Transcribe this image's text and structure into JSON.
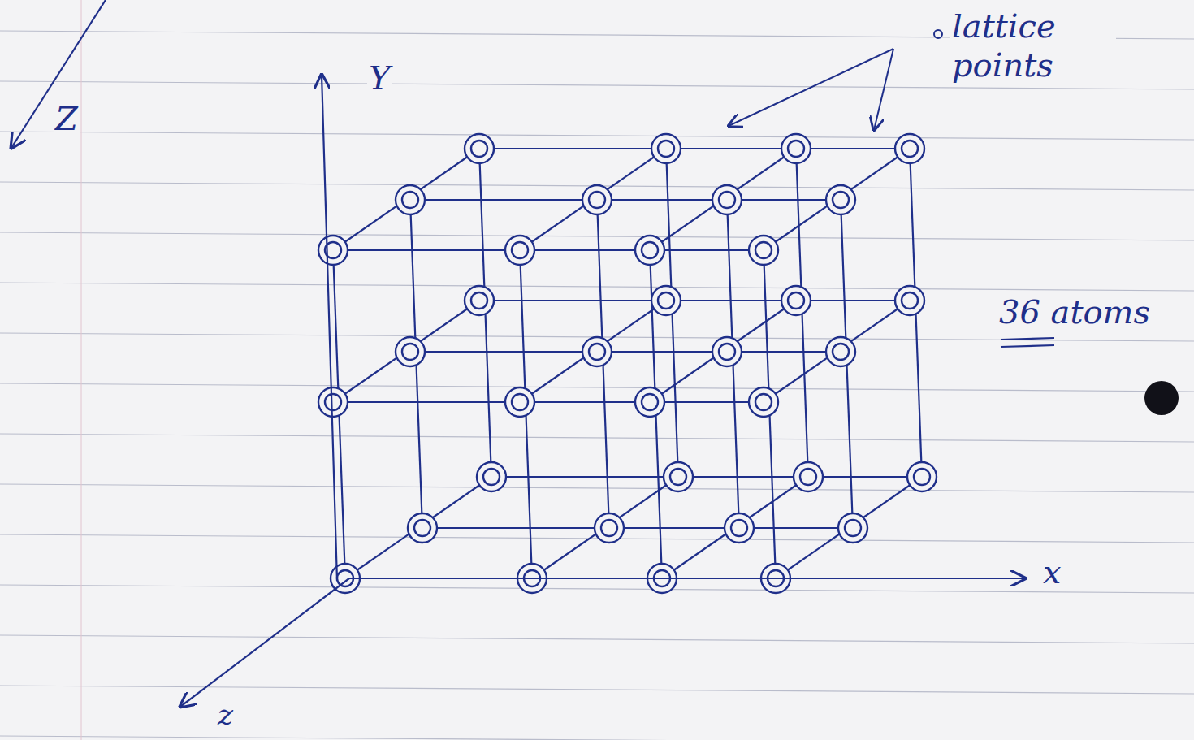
{
  "diagram": {
    "labels": [
      "Z",
      "Y",
      "lattice points",
      "36 atoms",
      "x",
      "z"
    ]
  }
}
